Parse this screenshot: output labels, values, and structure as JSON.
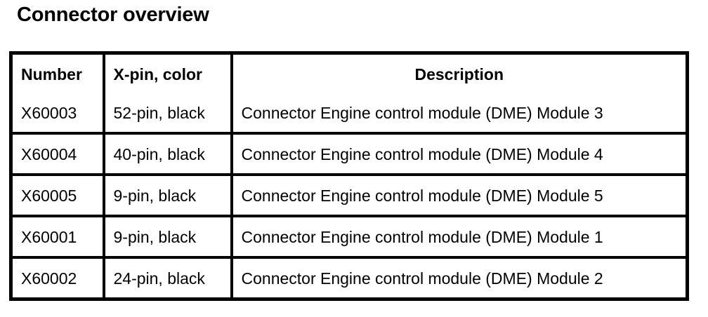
{
  "page": {
    "title": "Connector overview",
    "background_color": "#ffffff",
    "text_color": "#000000"
  },
  "table": {
    "columns": [
      {
        "key": "number",
        "label": "Number",
        "align": "left"
      },
      {
        "key": "xpin",
        "label": "X-pin, color",
        "align": "left"
      },
      {
        "key": "description",
        "label": "Description",
        "align": "center"
      }
    ],
    "rows": [
      {
        "number": "X60003",
        "xpin": "52-pin, black",
        "description": "Connector Engine control module (DME) Module 3"
      },
      {
        "number": "X60004",
        "xpin": "40-pin, black",
        "description": "Connector Engine control module (DME) Module 4"
      },
      {
        "number": "X60005",
        "xpin": "9-pin, black",
        "description": "Connector Engine control module (DME) Module 5"
      },
      {
        "number": "X60001",
        "xpin": "9-pin, black",
        "description": "Connector Engine control module (DME) Module 1"
      },
      {
        "number": "X60002",
        "xpin": "24-pin, black",
        "description": "Connector Engine control module (DME) Module 2"
      }
    ]
  }
}
